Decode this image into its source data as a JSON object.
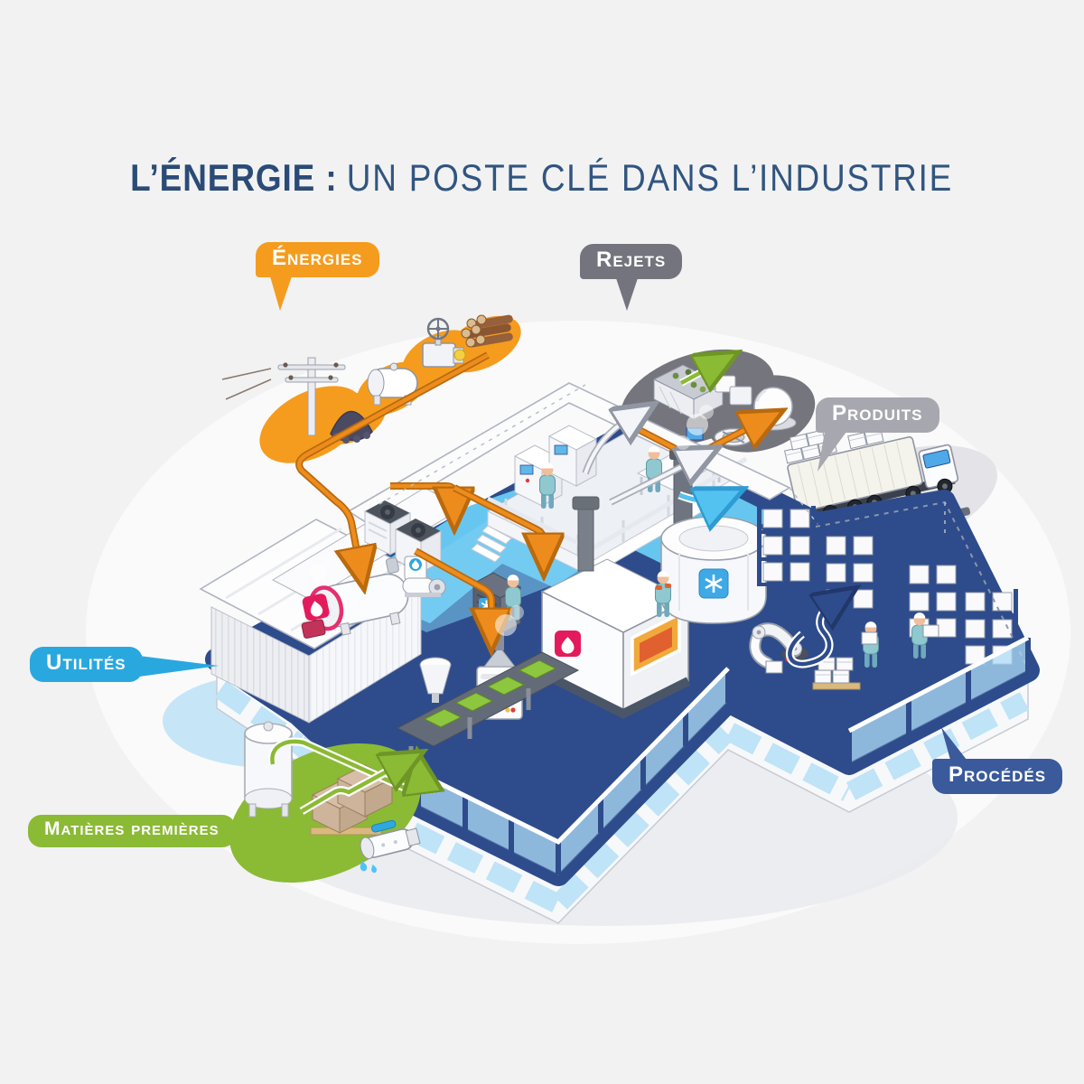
{
  "title": {
    "lead": "L’ÉNERGIE :",
    "rest": "UN POSTE CLÉ DANS L’INDUSTRIE",
    "color": "#2B4B77"
  },
  "labels": {
    "energies": {
      "text": "Énergies",
      "color": "#F59C1E"
    },
    "rejets": {
      "text": "Rejets",
      "color": "#74747E"
    },
    "produits": {
      "text": "Produits",
      "color": "#A7A7B0"
    },
    "utilites": {
      "text": "Utilités",
      "color": "#29A8E0"
    },
    "matieres": {
      "text": "Matières premières",
      "color": "#8BBA35"
    },
    "procedes": {
      "text": "Procédés",
      "color": "#3A5A9B"
    }
  },
  "scene": {
    "background": "#F2F2F3",
    "zones": [
      {
        "id": "energies",
        "blob_color": "#F59C1E",
        "items": [
          "power-line",
          "coal-pile",
          "fuel-tank",
          "gas-valve",
          "wood-logs"
        ]
      },
      {
        "id": "utilites",
        "floor_color": "#66C6EF",
        "items": [
          "boiler",
          "hvac-chiller",
          "water-pump",
          "heat-exchanger",
          "steam-generator",
          "control-room"
        ]
      },
      {
        "id": "procedes",
        "floor_color": "#2E4C8C",
        "items": [
          "furnace",
          "conveyor",
          "cooling-vat",
          "robot-arm",
          "storage-racks",
          "workers"
        ]
      },
      {
        "id": "rejets",
        "blob_color": "#75757D",
        "items": [
          "waste-container",
          "digester-dome",
          "settling-tank"
        ]
      },
      {
        "id": "produits",
        "blob_color": "#E4E4E8",
        "items": [
          "container-truck",
          "packed-boxes"
        ]
      },
      {
        "id": "matieres",
        "blob_color": "#8BBA35",
        "items": [
          "silo",
          "raw-material-crates",
          "water-valve"
        ]
      }
    ],
    "flows": [
      {
        "name": "energy-supply",
        "color": "#ED8C1C"
      },
      {
        "name": "raw-materials-in",
        "color": "#8BBA35"
      },
      {
        "name": "waste-out",
        "color": "#9AA0AB"
      },
      {
        "name": "products-out",
        "color": "#2E4C8C"
      },
      {
        "name": "heat-recovery",
        "color": "#54C2F0"
      }
    ],
    "icons": [
      {
        "name": "flame-icon",
        "color": "#E31B5D"
      },
      {
        "name": "snowflake-icon",
        "color": "#3FA9E6"
      },
      {
        "name": "water-drop-icon",
        "color": "#2FA8DF"
      }
    ]
  }
}
